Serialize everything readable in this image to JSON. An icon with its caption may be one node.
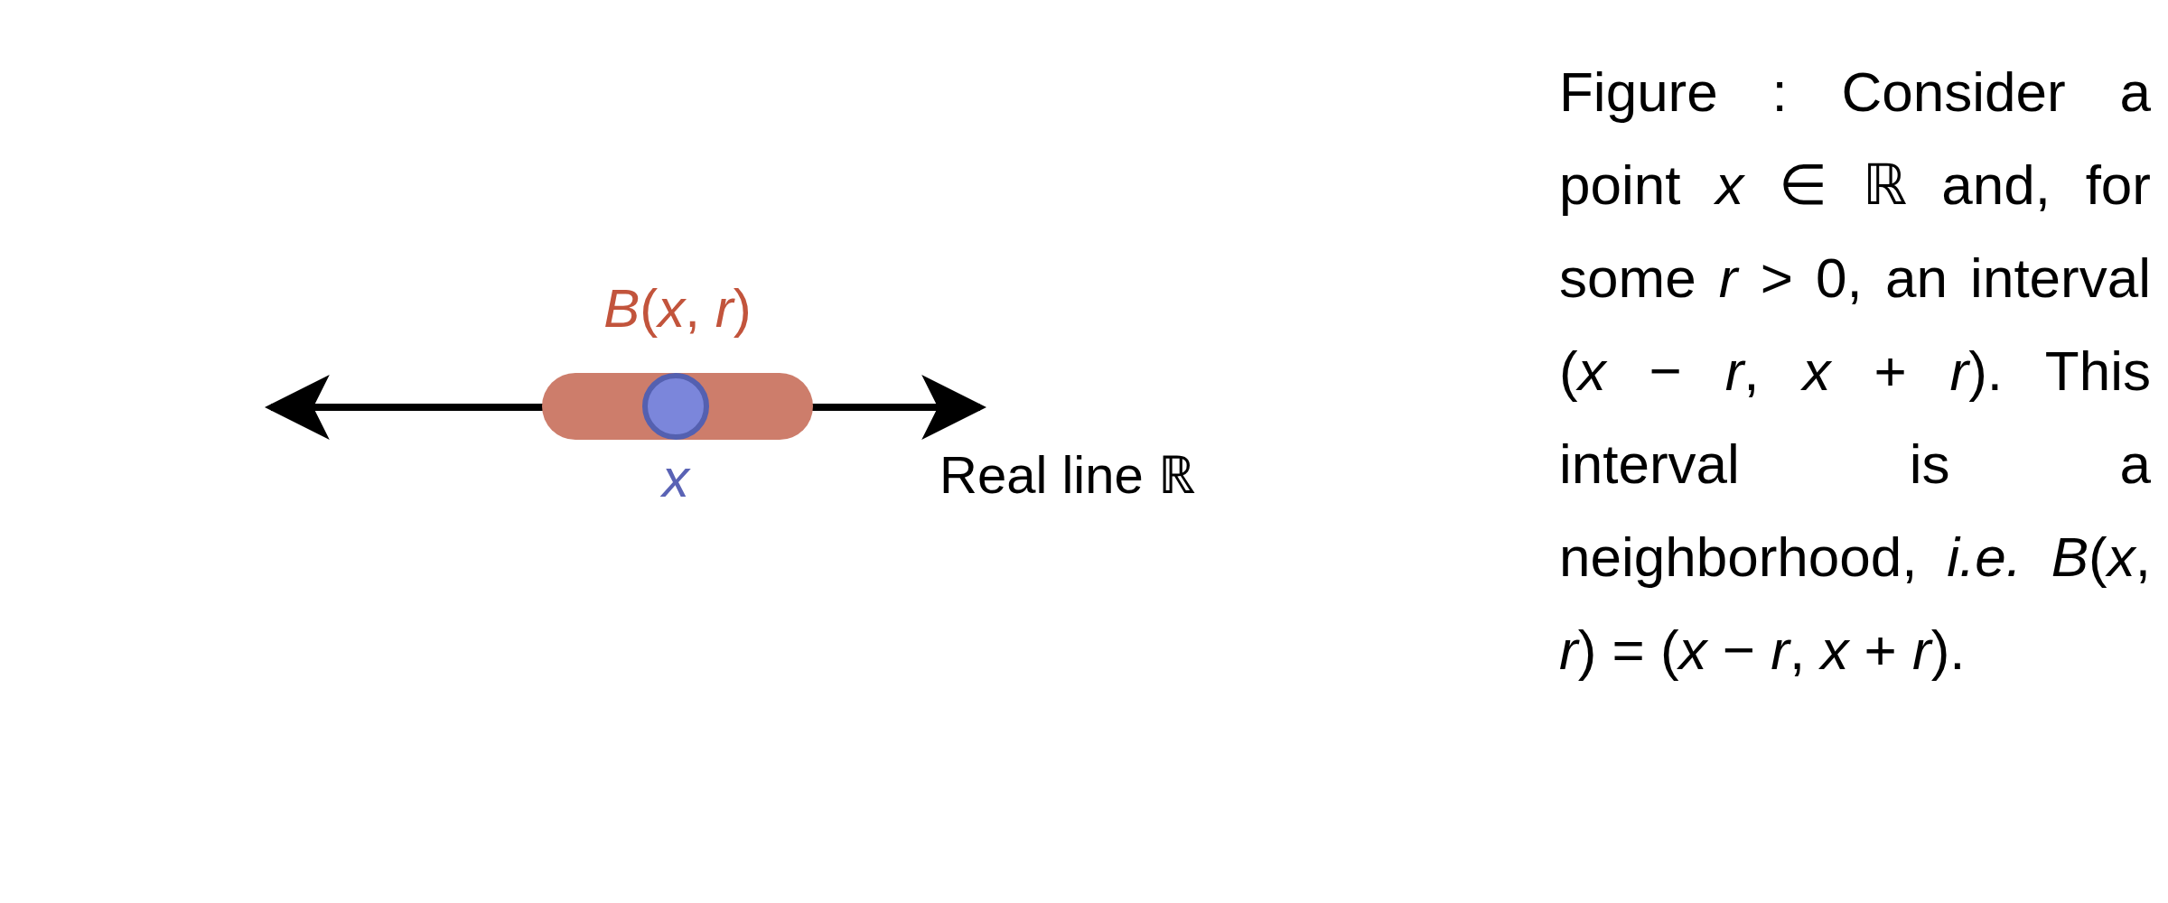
{
  "diagram": {
    "caption": "Figure : Consider a point *x* ∈ ℝ and, for some *r* > 0, an interval (*x* − *r*, *x* + *r*). This interval is a neighborhood, *i.e.* *B*(*x*, *r*) = (*x* − *r*, *x* + *r*).",
    "labels": [
      "*B*(*x*, *r*)",
      "x",
      "Real line ℝ"
    ]
  }
}
